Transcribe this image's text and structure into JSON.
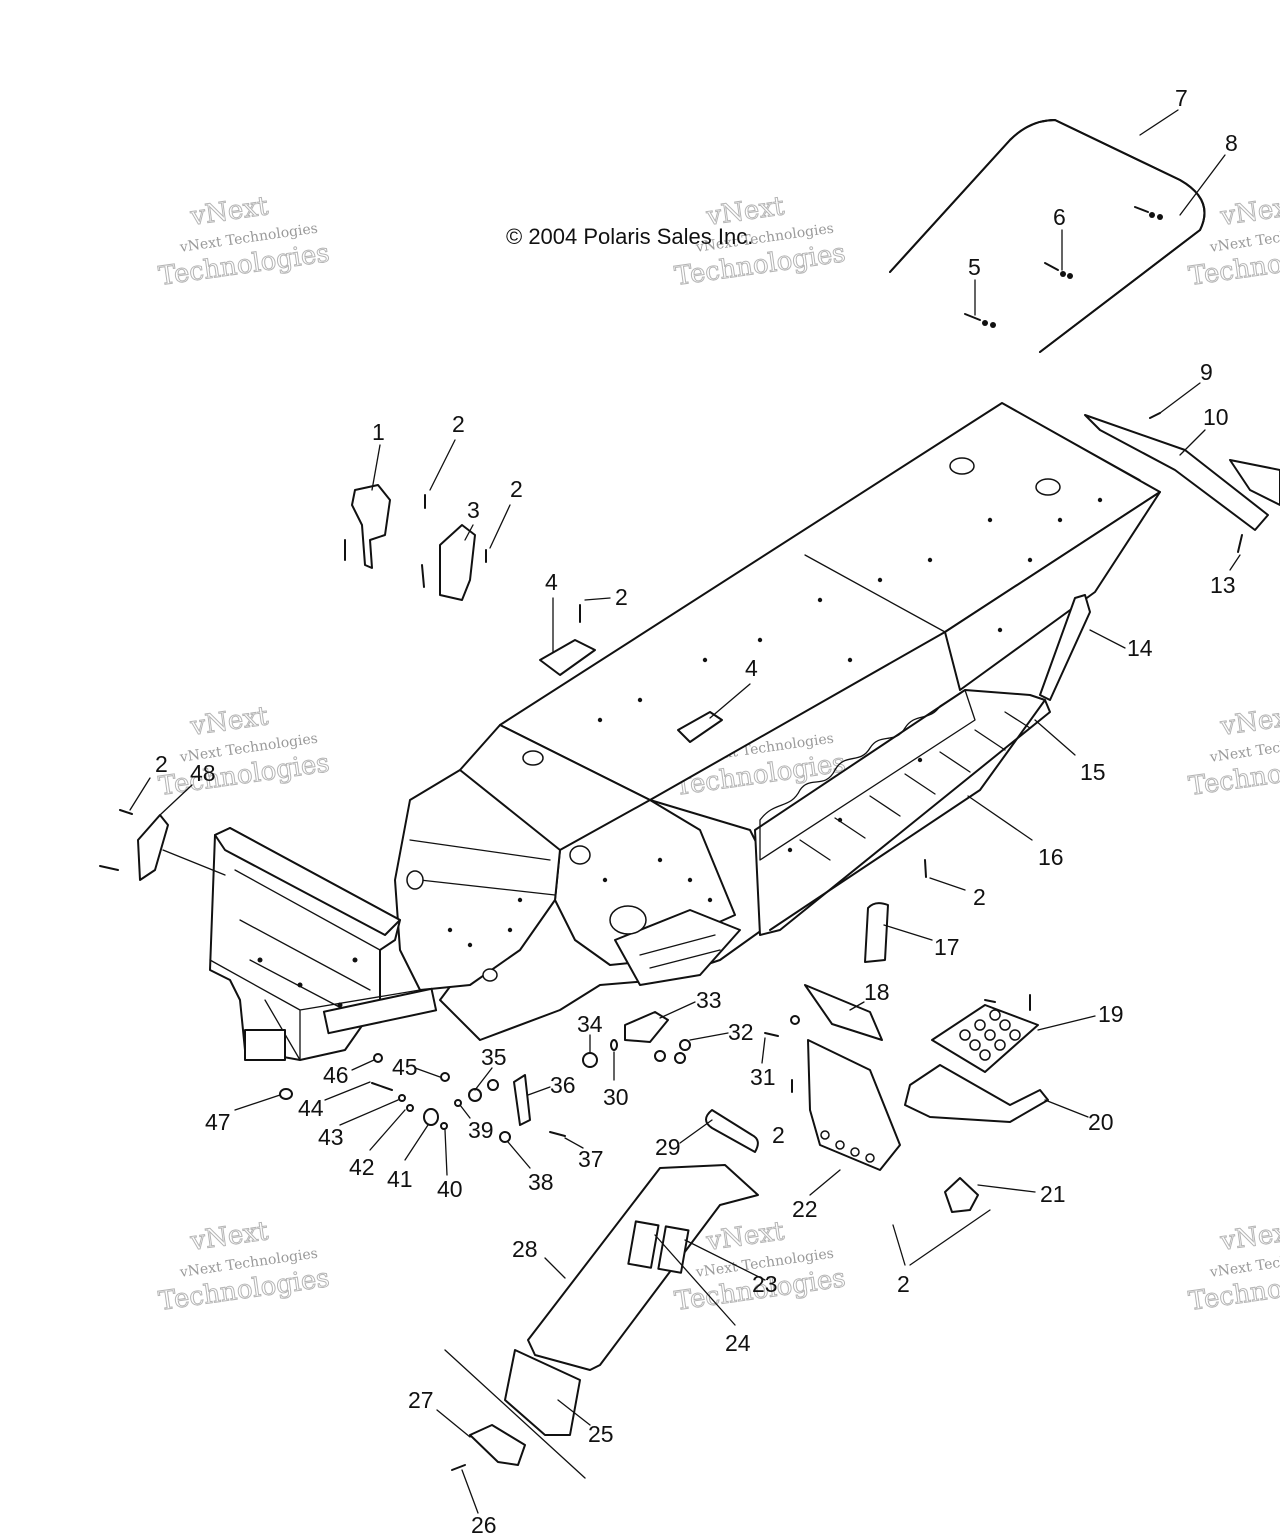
{
  "copyright": "© 2004 Polaris Sales Inc.",
  "watermark": {
    "brand": "vNext",
    "small": "vNext Technologies",
    "large": "Technologies"
  },
  "callouts": [
    {
      "id": "c1",
      "label": "1"
    },
    {
      "id": "c2a",
      "label": "2"
    },
    {
      "id": "c2b",
      "label": "2"
    },
    {
      "id": "c2c",
      "label": "2"
    },
    {
      "id": "c2d",
      "label": "2"
    },
    {
      "id": "c2e",
      "label": "2"
    },
    {
      "id": "c2f",
      "label": "2"
    },
    {
      "id": "c2g",
      "label": "2"
    },
    {
      "id": "c3",
      "label": "3"
    },
    {
      "id": "c4a",
      "label": "4"
    },
    {
      "id": "c4b",
      "label": "4"
    },
    {
      "id": "c5",
      "label": "5"
    },
    {
      "id": "c6",
      "label": "6"
    },
    {
      "id": "c7",
      "label": "7"
    },
    {
      "id": "c8",
      "label": "8"
    },
    {
      "id": "c9",
      "label": "9"
    },
    {
      "id": "c10",
      "label": "10"
    },
    {
      "id": "c13",
      "label": "13"
    },
    {
      "id": "c14",
      "label": "14"
    },
    {
      "id": "c15",
      "label": "15"
    },
    {
      "id": "c16",
      "label": "16"
    },
    {
      "id": "c17",
      "label": "17"
    },
    {
      "id": "c18",
      "label": "18"
    },
    {
      "id": "c19",
      "label": "19"
    },
    {
      "id": "c20",
      "label": "20"
    },
    {
      "id": "c21",
      "label": "21"
    },
    {
      "id": "c22",
      "label": "22"
    },
    {
      "id": "c23",
      "label": "23"
    },
    {
      "id": "c24",
      "label": "24"
    },
    {
      "id": "c25",
      "label": "25"
    },
    {
      "id": "c26",
      "label": "26"
    },
    {
      "id": "c27",
      "label": "27"
    },
    {
      "id": "c28",
      "label": "28"
    },
    {
      "id": "c29",
      "label": "29"
    },
    {
      "id": "c30",
      "label": "30"
    },
    {
      "id": "c31",
      "label": "31"
    },
    {
      "id": "c32",
      "label": "32"
    },
    {
      "id": "c33",
      "label": "33"
    },
    {
      "id": "c34",
      "label": "34"
    },
    {
      "id": "c35",
      "label": "35"
    },
    {
      "id": "c36",
      "label": "36"
    },
    {
      "id": "c37",
      "label": "37"
    },
    {
      "id": "c38",
      "label": "38"
    },
    {
      "id": "c39",
      "label": "39"
    },
    {
      "id": "c40",
      "label": "40"
    },
    {
      "id": "c41",
      "label": "41"
    },
    {
      "id": "c42",
      "label": "42"
    },
    {
      "id": "c43",
      "label": "43"
    },
    {
      "id": "c44",
      "label": "44"
    },
    {
      "id": "c45",
      "label": "45"
    },
    {
      "id": "c46",
      "label": "46"
    },
    {
      "id": "c47",
      "label": "47"
    },
    {
      "id": "c48",
      "label": "48"
    }
  ]
}
